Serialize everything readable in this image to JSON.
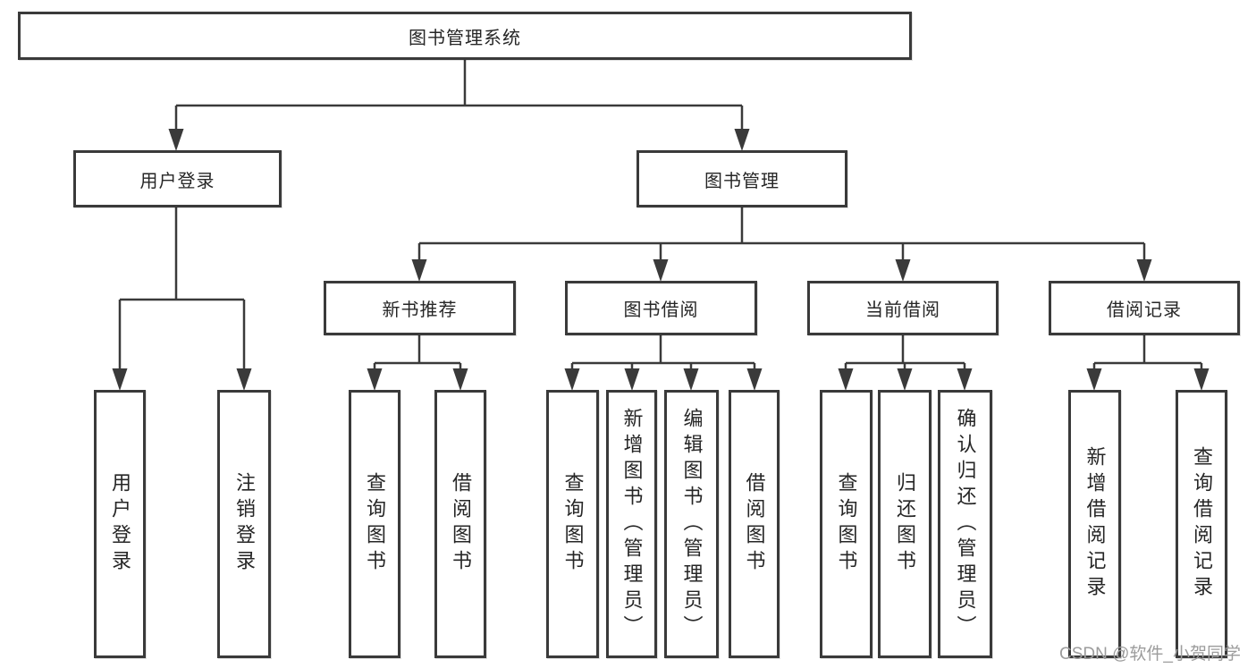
{
  "tree": {
    "label": "图书管理系统",
    "children": [
      {
        "label": "用户登录",
        "children": [
          {
            "label": "用户登录"
          },
          {
            "label": "注销登录"
          }
        ]
      },
      {
        "label": "图书管理",
        "children": [
          {
            "label": "新书推荐",
            "children": [
              {
                "label": "查询图书"
              },
              {
                "label": "借阅图书"
              }
            ]
          },
          {
            "label": "图书借阅",
            "children": [
              {
                "label": "查询图书"
              },
              {
                "label": "新增图书（管理员）"
              },
              {
                "label": "编辑图书（管理员）"
              },
              {
                "label": "借阅图书"
              }
            ]
          },
          {
            "label": "当前借阅",
            "children": [
              {
                "label": "查询图书"
              },
              {
                "label": "归还图书"
              },
              {
                "label": "确认归还（管理员）"
              }
            ]
          },
          {
            "label": "借阅记录",
            "children": [
              {
                "label": "新增借阅记录"
              },
              {
                "label": "查询借阅记录"
              }
            ]
          }
        ]
      }
    ]
  },
  "watermark": {
    "text": "CSDN @软件_小贺同学"
  },
  "colors": {
    "line": "#3a3a3a",
    "box_border": "#3a3a3a",
    "text": "#262626",
    "watermark": "#9c9c9c",
    "background": "#ffffff"
  }
}
